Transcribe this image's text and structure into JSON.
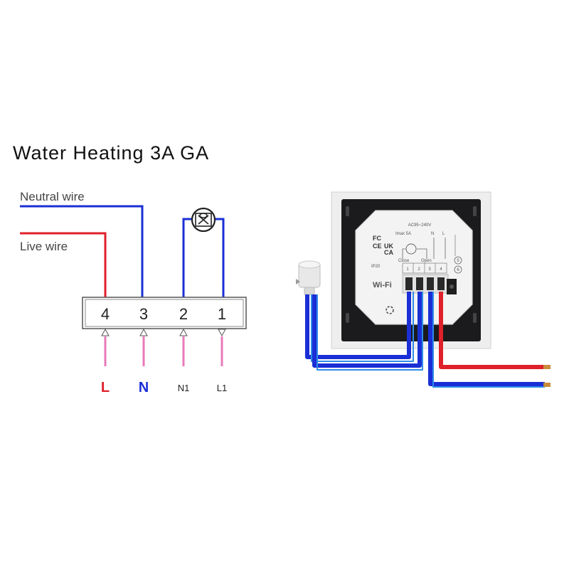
{
  "title": "Water Heating 3A GA",
  "diagram": {
    "neutral_label": "Neutral wire",
    "live_label": "Live wire",
    "terminals": [
      "4",
      "3",
      "2",
      "1"
    ],
    "supply": {
      "L": "L",
      "N": "N",
      "N1": "N1",
      "L1": "L1"
    },
    "colors": {
      "neutral": "#1a2fd6",
      "live": "#e0202a",
      "signal": "#e87ab8",
      "valve_wire": "#1a2fd6"
    }
  },
  "device": {
    "rating": "AC95~240V",
    "imax": "Imax 5A",
    "top_n": "N",
    "top_l": "L",
    "close": "Close",
    "open": "Open",
    "terminals": [
      "1",
      "2",
      "3",
      "4"
    ],
    "side_terminals": [
      "5",
      "6"
    ],
    "marks": [
      "FC",
      "CE",
      "UK",
      "CA"
    ],
    "ip": "IP20",
    "wifi": "Wi-Fi"
  }
}
